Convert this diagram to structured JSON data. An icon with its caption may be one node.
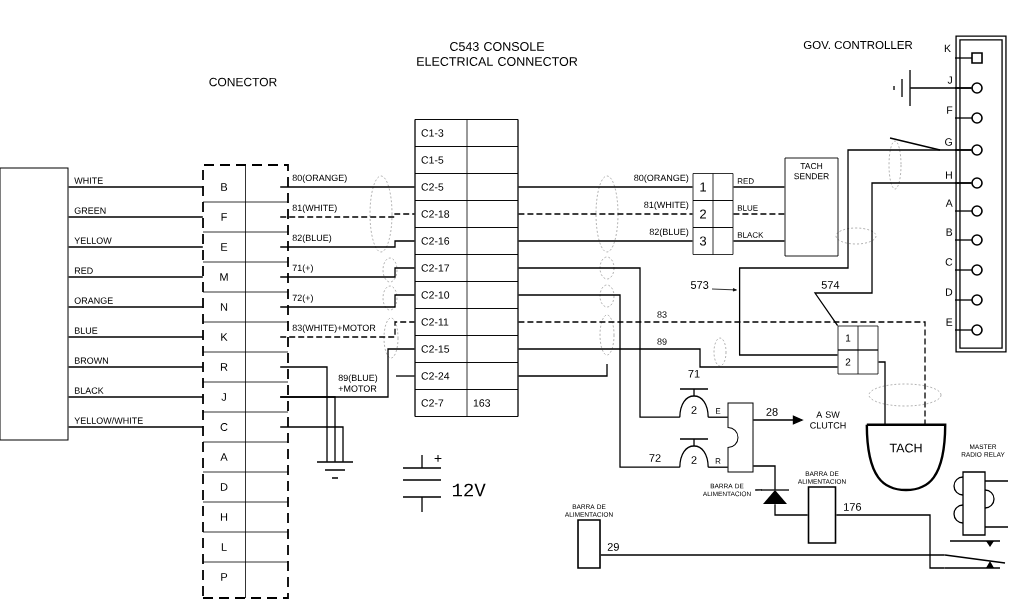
{
  "diagram": {
    "nodes": [
      {
        "text": [],
        "shape": "box"
      },
      {
        "text": [],
        "shape": "box"
      },
      {
        "text": [
          "B"
        ],
        "in": 1
      },
      {
        "text": [
          "F"
        ],
        "in": 1
      },
      {
        "text": [
          "E"
        ],
        "in": 1
      },
      {
        "text": [
          "M"
        ],
        "in": 1
      },
      {
        "text": [
          "N"
        ],
        "in": 1
      },
      {
        "text": [
          "K"
        ],
        "in": 1
      },
      {
        "text": [
          "R"
        ],
        "in": 1
      },
      {
        "text": [
          "J"
        ],
        "in": 1
      },
      {
        "text": [
          "C"
        ],
        "in": 1
      },
      {
        "text": [
          "A"
        ],
        "in": 1
      },
      {
        "text": [
          "D"
        ],
        "in": 1
      },
      {
        "text": [
          "H"
        ],
        "in": 1
      },
      {
        "text": [
          "L"
        ],
        "in": 1
      },
      {
        "text": [
          "P"
        ],
        "in": 1
      },
      {
        "text": [
          "C543 CONSOLE ELECTRICAL CONNECTOR"
        ]
      },
      {
        "text": [
          "C1-3"
        ],
        "in": 16
      },
      {
        "text": [
          "C1-5"
        ],
        "in": 16
      },
      {
        "text": [
          "C2-5"
        ],
        "in": 16
      },
      {
        "text": [
          "C2-18"
        ],
        "in": 16
      },
      {
        "text": [
          "C2-16"
        ],
        "in": 16
      },
      {
        "text": [
          "C2-17"
        ],
        "in": 16
      },
      {
        "text": [
          "C2-10"
        ],
        "in": 16
      },
      {
        "text": [
          "C2-11"
        ],
        "in": 16
      },
      {
        "text": [
          "C2-15"
        ],
        "in": 16
      },
      {
        "text": [
          "C2-24"
        ],
        "in": 16
      },
      {
        "text": [
          "C2-7",
          "163"
        ],
        "in": 16
      },
      {
        "text": [
          "1"
        ]
      },
      {
        "text": [
          "2"
        ]
      },
      {
        "text": [
          "3"
        ]
      },
      {
        "text": [
          "TACH SENDER"
        ]
      },
      {
        "text": [],
        "shape": "box"
      },
      {
        "text": [
          "K"
        ],
        "in": 32
      },
      {
        "text": [
          "J"
        ],
        "in": 32
      },
      {
        "text": [
          "F"
        ],
        "in": 32
      },
      {
        "text": [
          "G"
        ],
        "in": 32
      },
      {
        "text": [
          "H"
        ],
        "in": 32
      },
      {
        "text": [
          "A"
        ],
        "in": 32
      },
      {
        "text": [
          "B"
        ],
        "in": 32
      },
      {
        "text": [
          "C"
        ],
        "in": 32
      },
      {
        "text": [
          "D"
        ],
        "in": 32
      },
      {
        "text": [
          "E"
        ],
        "in": 32
      },
      {
        "text": [
          "1"
        ]
      },
      {
        "text": [
          "2"
        ]
      },
      {
        "text": [
          "TACH"
        ]
      },
      {
        "text": [
          "2"
        ]
      },
      {
        "text": [
          "2"
        ]
      },
      {
        "text": [],
        "shape": "box"
      },
      {
        "text": [
          "A SW CLUTCH"
        ]
      },
      {
        "text": [],
        "shape": "diode"
      },
      {
        "text": [
          "BARRA DE ALIMENTACION"
        ]
      },
      {
        "text": [
          "BARRA DE ALIMENTACION"
        ]
      },
      {
        "text": [
          "MASTER RADIO RELAY"
        ]
      },
      {
        "text": [],
        "shape": "ground"
      },
      {
        "text": [],
        "shape": "ground"
      },
      {
        "text": [
          "BARRA DE ALIMENTACION"
        ]
      }
    ],
    "edges": [
      {
        "from": 0,
        "to": 2,
        "arrow": "none",
        "label": "WHITE"
      },
      {
        "from": 0,
        "to": 3,
        "arrow": "none",
        "label": "GREEN"
      },
      {
        "from": 0,
        "to": 4,
        "arrow": "none",
        "label": "YELLOW"
      },
      {
        "from": 0,
        "to": 5,
        "arrow": "none",
        "label": "RED"
      },
      {
        "from": 0,
        "to": 6,
        "arrow": "none",
        "label": "ORANGE"
      },
      {
        "from": 0,
        "to": 7,
        "arrow": "none",
        "label": "BLUE"
      },
      {
        "from": 0,
        "to": 8,
        "arrow": "none",
        "label": "BROWN"
      },
      {
        "from": 0,
        "to": 9,
        "arrow": "none",
        "label": "BLACK"
      },
      {
        "from": 0,
        "to": 10,
        "arrow": "none",
        "label": "YELLOW/WHITE"
      },
      {
        "from": 2,
        "to": 19,
        "arrow": "none",
        "label": "80(ORANGE)"
      },
      {
        "from": 3,
        "to": 20,
        "arrow": "none",
        "label": "81(WHITE)",
        "style": "dashed"
      },
      {
        "from": 4,
        "to": 21,
        "arrow": "none",
        "label": "82(BLUE)"
      },
      {
        "from": 5,
        "to": 22,
        "arrow": "none",
        "label": "71(+)"
      },
      {
        "from": 6,
        "to": 23,
        "arrow": "none",
        "label": "72(+)"
      },
      {
        "from": 7,
        "to": 24,
        "arrow": "none",
        "label": "83(WHITE)+MOTOR",
        "style": "dashed"
      },
      {
        "from": 8,
        "to": 54,
        "arrow": "none"
      },
      {
        "from": 9,
        "to": 54,
        "arrow": "none"
      },
      {
        "from": 10,
        "to": 54,
        "arrow": "none"
      },
      {
        "from": 9,
        "to": 25,
        "arrow": "none",
        "label": "89(BLUE) +MOTOR"
      },
      {
        "from": null,
        "to": 26,
        "arrow": "none"
      },
      {
        "from": 26,
        "to": null,
        "arrow": "none"
      },
      {
        "from": 19,
        "to": 28,
        "arrow": "none",
        "label": "80(ORANGE)"
      },
      {
        "from": 20,
        "to": 29,
        "arrow": "none",
        "label": "81(WHITE)",
        "style": "dashed"
      },
      {
        "from": 21,
        "to": 30,
        "arrow": "none",
        "label": "82(BLUE)"
      },
      {
        "from": 28,
        "to": 31,
        "arrow": "none",
        "label": "RED"
      },
      {
        "from": 29,
        "to": 31,
        "arrow": "none",
        "label": "BLUE",
        "style": "dashed"
      },
      {
        "from": 30,
        "to": 31,
        "arrow": "none",
        "label": "BLACK"
      },
      {
        "from": 22,
        "to": 46,
        "arrow": "none"
      },
      {
        "from": 23,
        "to": 47,
        "arrow": "none",
        "label": "72"
      },
      {
        "from": 24,
        "to": 45,
        "arrow": "none",
        "label": "83",
        "style": "dashed"
      },
      {
        "from": 25,
        "to": 44,
        "arrow": "none",
        "label": "89"
      },
      {
        "from": 44,
        "to": 36,
        "arrow": "none",
        "label": "573"
      },
      {
        "from": 43,
        "to": 37,
        "arrow": "none",
        "label": "574"
      },
      {
        "from": 44,
        "to": 45,
        "arrow": "none"
      },
      {
        "from": 34,
        "to": 55,
        "arrow": "none"
      },
      {
        "from": 46,
        "to": 48,
        "arrow": "none",
        "label": "E"
      },
      {
        "from": 47,
        "to": 48,
        "arrow": "none",
        "label": "R"
      },
      {
        "from": 48,
        "to": 49,
        "arrow": "to",
        "label": "28"
      },
      {
        "from": 48,
        "to": 50,
        "arrow": "none"
      },
      {
        "from": 50,
        "to": 51,
        "arrow": "none"
      },
      {
        "from": 51,
        "to": 53,
        "arrow": "none",
        "label": "176"
      },
      {
        "from": 52,
        "to": 53,
        "arrow": "none",
        "label": "29"
      },
      {
        "from": 56,
        "to": 50,
        "arrow": "none"
      }
    ],
    "labels": [
      "CONECTOR",
      "GOV. CONTROLLER",
      "71",
      "+",
      "12V"
    ]
  }
}
